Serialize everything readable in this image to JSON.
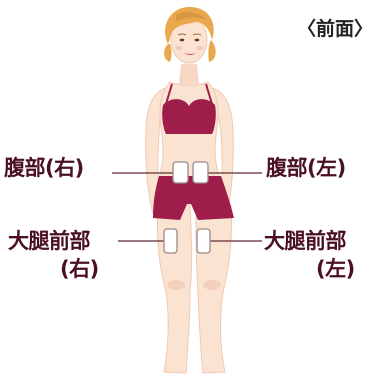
{
  "view_label": "〈前面〉",
  "sites": {
    "abdomen_right": "腹部(右)",
    "abdomen_left": "腹部(左)",
    "thigh_right_line1": "大腿前部",
    "thigh_right_line2": "(右)",
    "thigh_left_line1": "大腿前部",
    "thigh_left_line2": "(左)"
  },
  "colors": {
    "skin": "#fbe3d2",
    "skin_shadow": "#efc9b3",
    "hair": "#e9a84e",
    "hair_shadow": "#c98a34",
    "garment": "#9e1d4a",
    "label_text": "#4a0f22",
    "site_fill": "#ffffff",
    "site_border": "#9a8a88",
    "leader_line": "#7a4a55"
  }
}
